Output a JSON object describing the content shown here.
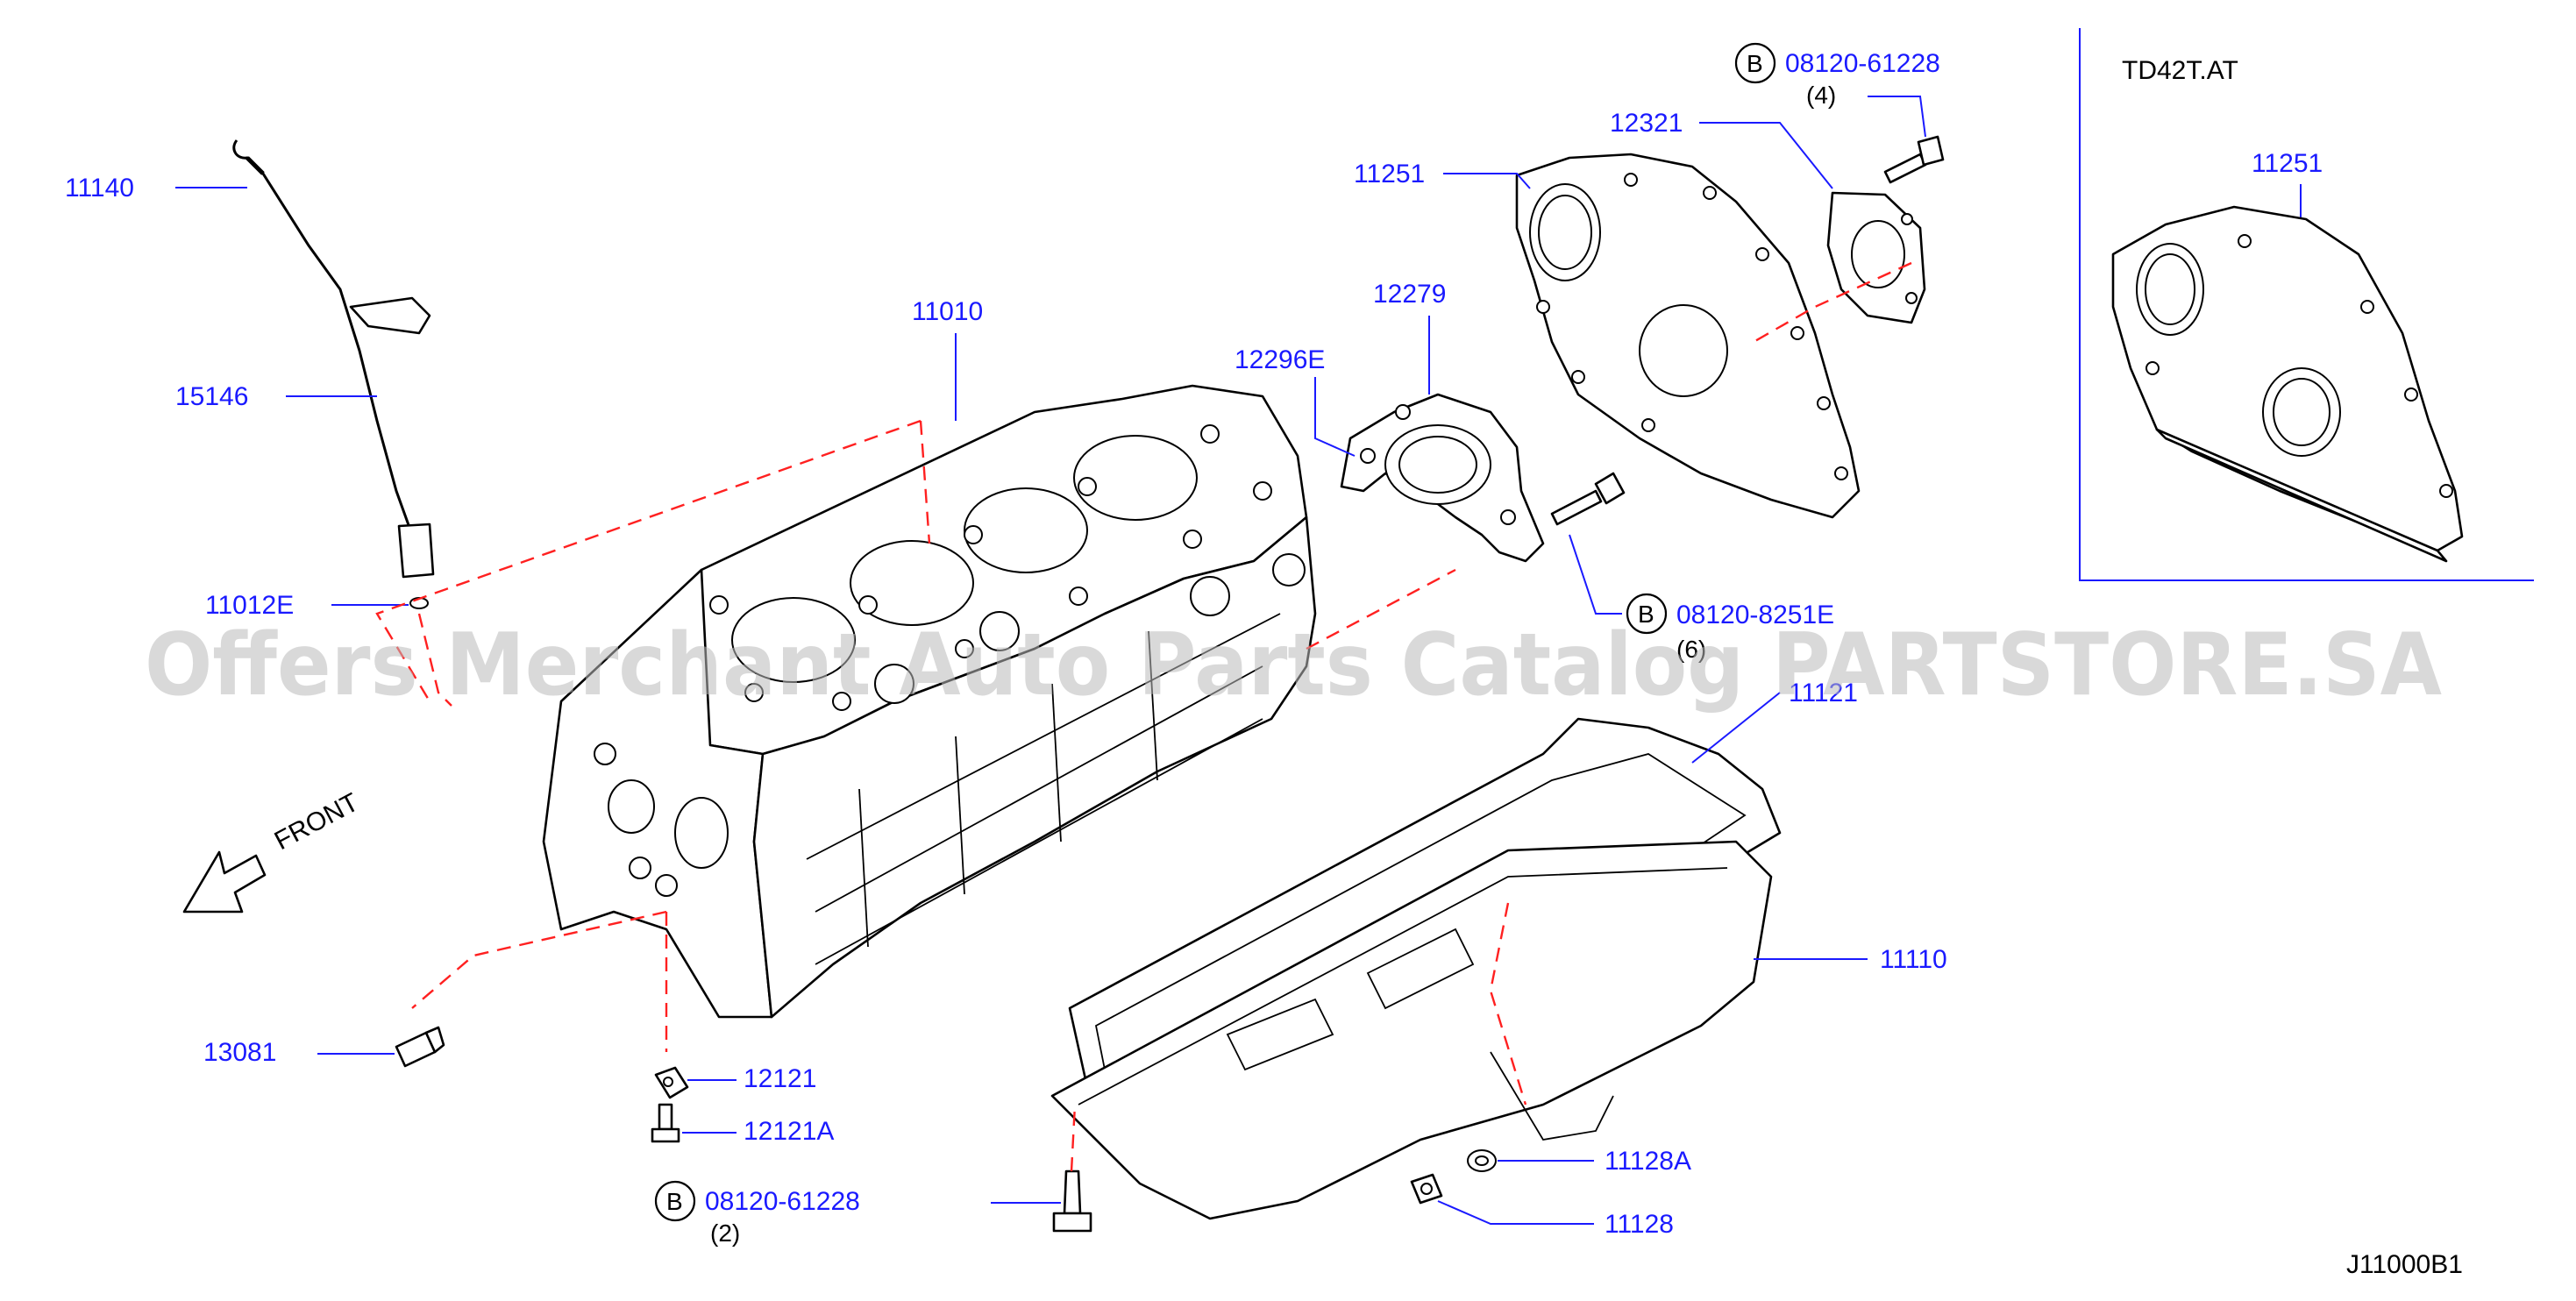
{
  "diagram": {
    "code": "J11000B1",
    "front_label": "FRONT",
    "watermark": "Offers Merchant Auto Parts Catalog PARTSTORE.SA",
    "inset": {
      "title": "TD42T.AT",
      "part": "11251"
    },
    "callouts": {
      "p11140": "11140",
      "p15146": "15146",
      "p11012E": "11012E",
      "p11010": "11010",
      "p12296E": "12296E",
      "p12279": "12279",
      "p11251": "11251",
      "p12321": "12321",
      "p11121": "11121",
      "p11110": "11110",
      "p13081": "13081",
      "p12121": "12121",
      "p12121A": "12121A",
      "p11128A": "11128A",
      "p11128": "11128"
    },
    "bolts": {
      "top": {
        "badge": "B",
        "number": "08120-61228",
        "qty": "(4)"
      },
      "middle": {
        "badge": "B",
        "number": "08120-8251E",
        "qty": "(6)"
      },
      "bottom": {
        "badge": "B",
        "number": "08120-61228",
        "qty": "(2)"
      }
    }
  }
}
